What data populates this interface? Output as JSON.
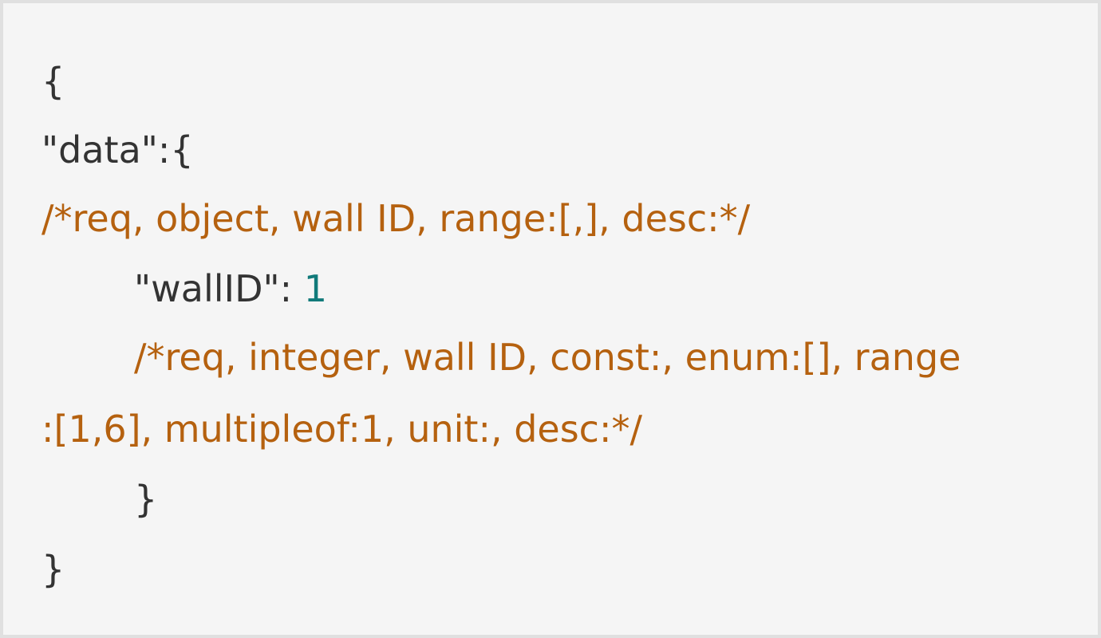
{
  "code": {
    "line1": "{",
    "line2": "\"data\":{",
    "line3": "/*req, object, wall ID, range:[,], desc:*/",
    "line4_key": "\"wallID\": ",
    "line4_value": "1",
    "line5": "/*req, integer, wall ID, const:, enum:[], range",
    "line6": ":[1,6], multipleof:1, unit:, desc:*/",
    "line7": "}",
    "line8": "}"
  },
  "colors": {
    "background": "#f5f5f5",
    "border": "#e0e0e0",
    "text": "#333333",
    "comment": "#b5610f",
    "number": "#117a7a"
  }
}
